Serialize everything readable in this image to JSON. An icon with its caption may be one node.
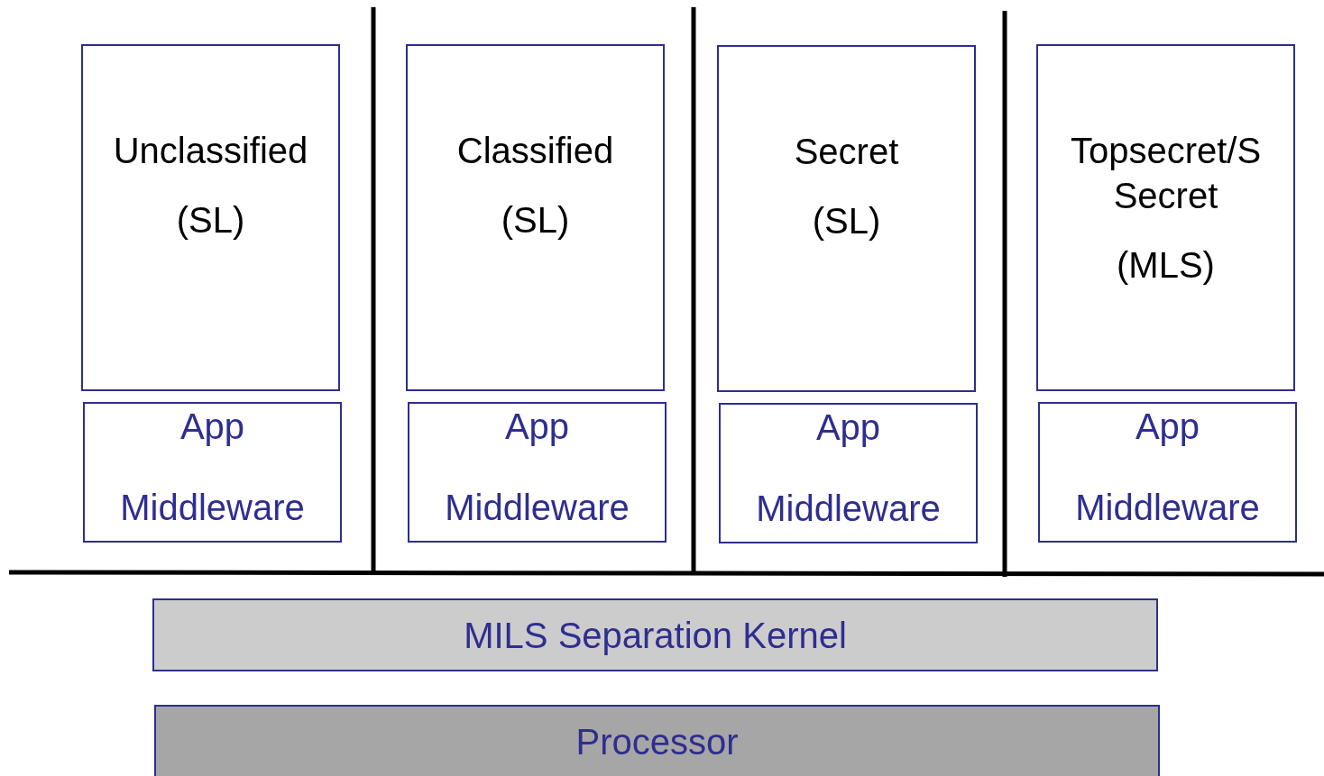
{
  "diagram": {
    "nodes": [
      {
        "text": [
          "Unclassified",
          "(SL)"
        ]
      },
      {
        "text": [
          "Classified",
          "(SL)"
        ]
      },
      {
        "text": [
          "Secret",
          "(SL)"
        ]
      },
      {
        "text": [
          "Topsecret/S Secret",
          "(MLS)"
        ]
      },
      {
        "text": [
          "App",
          "Middleware"
        ]
      },
      {
        "text": [
          "App",
          "Middleware"
        ]
      },
      {
        "text": [
          "App",
          "Middleware"
        ]
      },
      {
        "text": [
          "App",
          "Middleware"
        ]
      },
      {
        "text": [
          "MILS Separation Kernel"
        ]
      },
      {
        "text": [
          "Processor"
        ]
      }
    ]
  }
}
